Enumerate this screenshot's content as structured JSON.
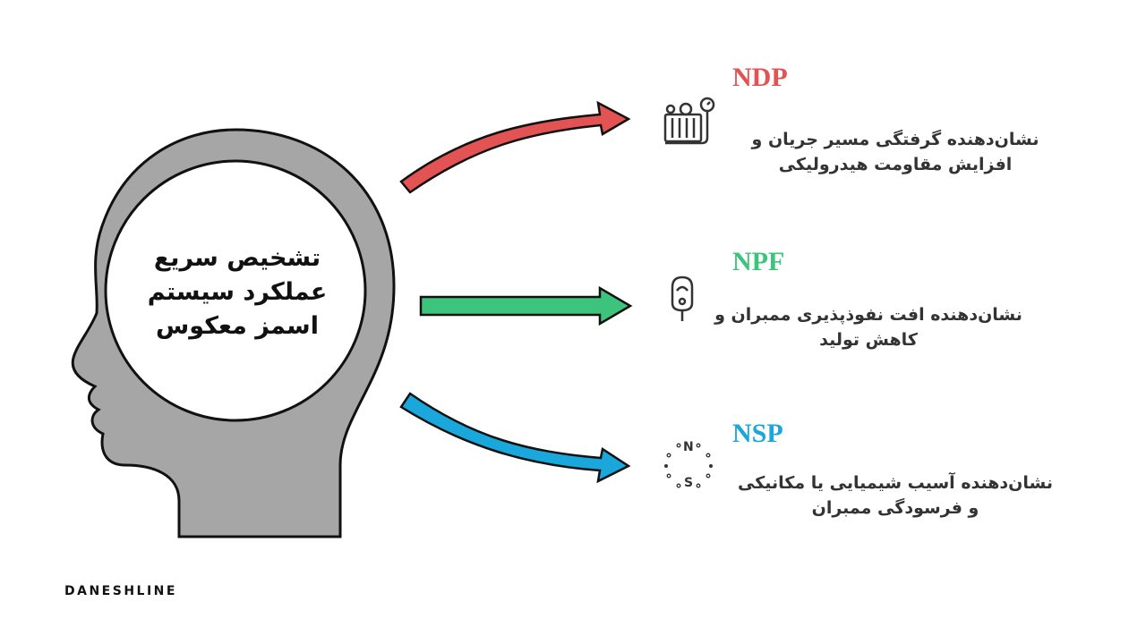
{
  "center": {
    "lines": [
      "تشخیص سریع",
      "عملکرد سیستم",
      "اسمز معکوس"
    ]
  },
  "items": [
    {
      "code": "NDP",
      "color": "#e35353",
      "icon": "pressure-gauge-icon",
      "lines": [
        "نشان‌دهنده گرفتگی مسیر جریان و",
        "افزایش مقاومت هیدرولیکی"
      ]
    },
    {
      "code": "NPF",
      "color": "#3cc47c",
      "icon": "flow-meter-icon",
      "lines": [
        "نشان‌دهنده افت نفوذپذیری ممبران و",
        "کاهش تولید"
      ]
    },
    {
      "code": "NSP",
      "color": "#1aa7dc",
      "icon": "compass-icon",
      "lines": [
        "نشان‌دهنده آسیب شیمیایی یا مکانیکی",
        "و فرسودگی ممبران"
      ]
    }
  ],
  "compass": {
    "n": "N",
    "s": "S"
  },
  "brand": "DANESHLINE"
}
